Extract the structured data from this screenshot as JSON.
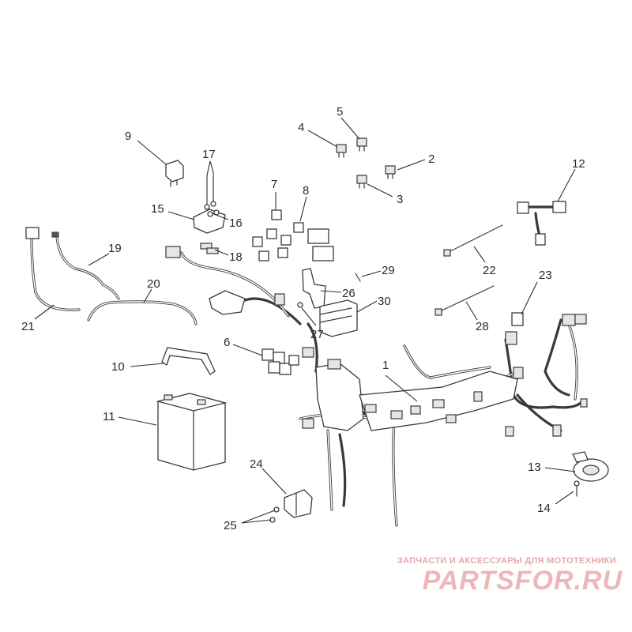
{
  "callouts": [
    {
      "id": "1",
      "text": "1"
    },
    {
      "id": "2",
      "text": "2"
    },
    {
      "id": "3",
      "text": "3"
    },
    {
      "id": "4",
      "text": "4"
    },
    {
      "id": "5",
      "text": "5"
    },
    {
      "id": "6",
      "text": "6"
    },
    {
      "id": "7",
      "text": "7"
    },
    {
      "id": "8",
      "text": "8"
    },
    {
      "id": "9",
      "text": "9"
    },
    {
      "id": "10",
      "text": "10"
    },
    {
      "id": "11",
      "text": "11"
    },
    {
      "id": "12",
      "text": "12"
    },
    {
      "id": "13",
      "text": "13"
    },
    {
      "id": "14",
      "text": "14"
    },
    {
      "id": "15",
      "text": "15"
    },
    {
      "id": "16",
      "text": "16"
    },
    {
      "id": "17",
      "text": "17"
    },
    {
      "id": "18",
      "text": "18"
    },
    {
      "id": "19",
      "text": "19"
    },
    {
      "id": "20",
      "text": "20"
    },
    {
      "id": "21",
      "text": "21"
    },
    {
      "id": "22",
      "text": "22"
    },
    {
      "id": "23",
      "text": "23"
    },
    {
      "id": "24",
      "text": "24"
    },
    {
      "id": "25",
      "text": "25"
    },
    {
      "id": "26",
      "text": "26"
    },
    {
      "id": "27",
      "text": "27"
    },
    {
      "id": "28",
      "text": "28"
    },
    {
      "id": "29",
      "text": "29"
    },
    {
      "id": "30",
      "text": "30"
    }
  ],
  "watermark": {
    "caption": "ЗАПЧАСТИ И АКСЕССУАРЫ ДЛЯ МОТОТЕХНИКИ",
    "logo": "PARTSFOR.RU"
  }
}
